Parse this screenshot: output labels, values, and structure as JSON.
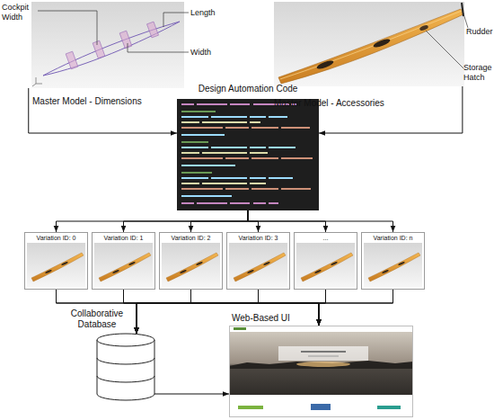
{
  "diagram": {
    "nodes": [
      {
        "text": [
          "Master Model - Dimensions"
        ]
      },
      {
        "text": [
          "Master Model - Accessories"
        ]
      },
      {
        "text": [
          "Design Automation Code"
        ]
      },
      {
        "text": [
          "Variation ID: 0"
        ]
      },
      {
        "text": [
          "Variation ID: 1"
        ]
      },
      {
        "text": [
          "Variation ID: 2"
        ]
      },
      {
        "text": [
          "Variation ID: 3"
        ]
      },
      {
        "text": [
          "..."
        ]
      },
      {
        "text": [
          "Variation ID: n"
        ]
      },
      {
        "text": [
          "Collaborative Database"
        ]
      },
      {
        "text": [
          "Web-Based UI"
        ]
      }
    ],
    "edges": [
      {
        "from": 0,
        "to": 2,
        "arrow": "to"
      },
      {
        "from": 1,
        "to": 2,
        "arrow": "to"
      },
      {
        "from": 2,
        "to": 3,
        "arrow": "to"
      },
      {
        "from": 2,
        "to": 4,
        "arrow": "to"
      },
      {
        "from": 2,
        "to": 5,
        "arrow": "to"
      },
      {
        "from": 2,
        "to": 6,
        "arrow": "to"
      },
      {
        "from": 2,
        "to": 7,
        "arrow": "to"
      },
      {
        "from": 2,
        "to": 8,
        "arrow": "to"
      },
      {
        "from": 3,
        "to": 9,
        "arrow": "to"
      },
      {
        "from": 3,
        "to": 10,
        "arrow": "to"
      },
      {
        "from": 4,
        "to": 9,
        "arrow": "to"
      },
      {
        "from": 4,
        "to": 10,
        "arrow": "to"
      },
      {
        "from": 5,
        "to": 9,
        "arrow": "to"
      },
      {
        "from": 5,
        "to": 10,
        "arrow": "to"
      },
      {
        "from": 6,
        "to": 9,
        "arrow": "to"
      },
      {
        "from": 6,
        "to": 10,
        "arrow": "to"
      },
      {
        "from": 7,
        "to": 9,
        "arrow": "to"
      },
      {
        "from": 7,
        "to": 10,
        "arrow": "to"
      },
      {
        "from": 8,
        "to": 9,
        "arrow": "to"
      },
      {
        "from": 8,
        "to": 10,
        "arrow": "to"
      },
      {
        "from": 9,
        "to": 10,
        "arrow": "to"
      }
    ],
    "labels": [
      "Cockpit Width",
      "Length",
      "Width",
      "Rudder",
      "Storage Hatch"
    ]
  }
}
